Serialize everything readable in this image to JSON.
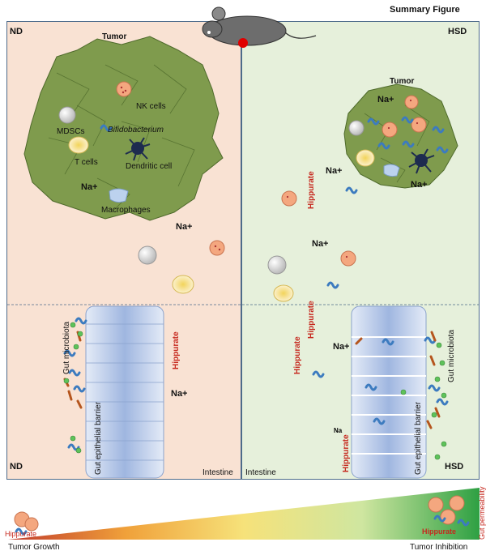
{
  "header": {
    "summary_title": "Summary Figure"
  },
  "panels": {
    "nd": {
      "tag_top": "ND",
      "tag_bottom": "ND",
      "tumor": "Tumor",
      "intestine": "Intestine"
    },
    "hsd": {
      "tag_top": "HSD",
      "tag_bottom": "HSD",
      "tumor": "Tumor",
      "intestine": "Intestine"
    }
  },
  "labels": {
    "nk_cells": "NK cells",
    "mdscs": "MDSCs",
    "bifidobacterium": "Bifidobacterium",
    "t_cells": "T cells",
    "dendritic_cell": "Dendritic cell",
    "macrophages": "Macrophages",
    "na_plus": "Na+",
    "na": "Na",
    "hippurate": "Hippurate",
    "gut_microbiota": "Gut microbiota",
    "gut_epithelial_barrier": "Gut epithelial barrier"
  },
  "gradient": {
    "left_label": "Tumor Growth",
    "right_label": "Tumor Inhibition",
    "side_label": "Gut permeability",
    "hippurate_left": "Hippurate",
    "hippurate_right": "Hippurate"
  },
  "colors": {
    "nd_bg": "#f9e2d3",
    "hsd_bg": "#e6f0db",
    "tumor": "#7f9b4d",
    "hippurate": "#c6281e",
    "barrier": "#b7c8ea"
  }
}
